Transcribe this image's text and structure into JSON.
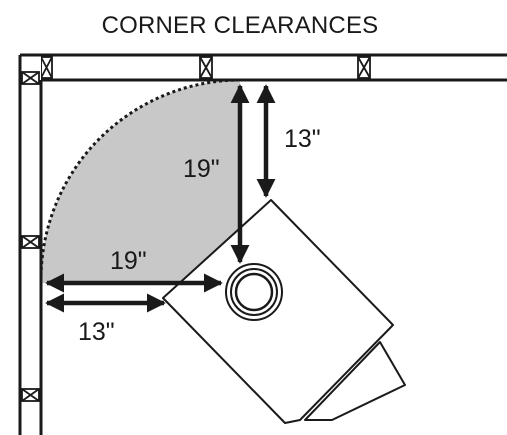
{
  "diagram": {
    "title": "CORNER CLEARANCES",
    "dimensions": {
      "vertical_long": "19\"",
      "vertical_short": "13\"",
      "horizontal_long": "19\"",
      "horizontal_short": "13\""
    },
    "colors": {
      "clearance_fill": "#c8c8c8",
      "stroke": "#1a1a1a",
      "background": "#ffffff"
    }
  }
}
